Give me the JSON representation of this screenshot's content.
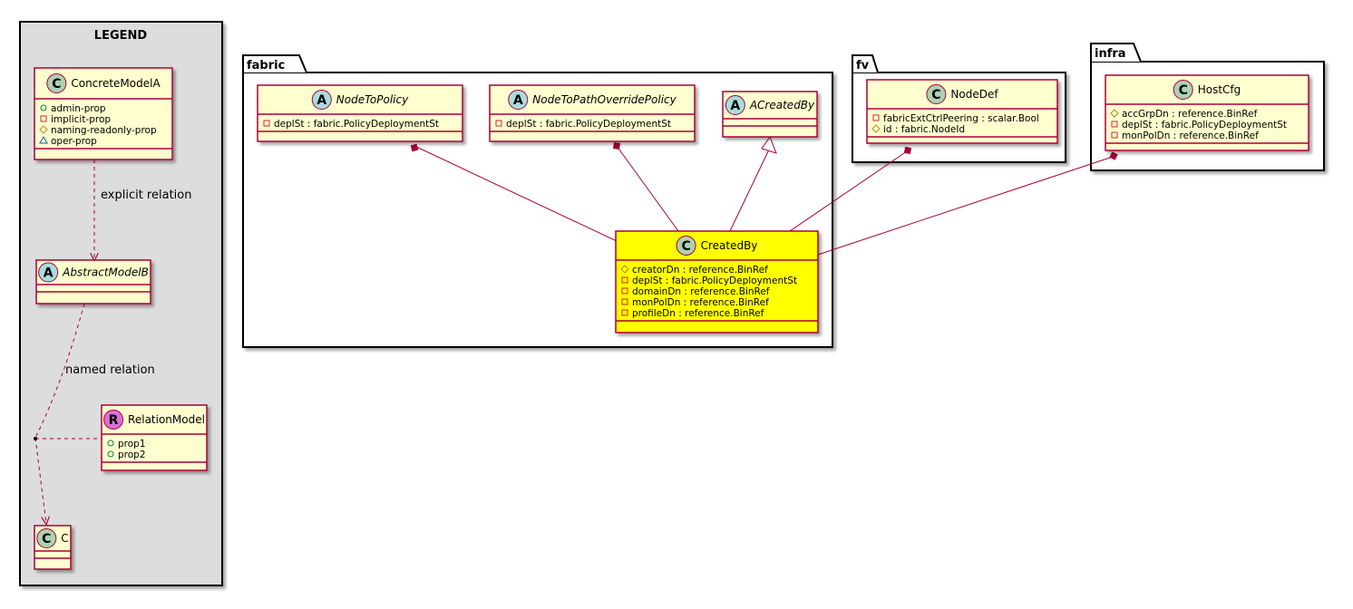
{
  "legend": {
    "title": "LEGEND",
    "concrete_model": {
      "stereotype": "C",
      "name": "ConcreteModelA",
      "attributes": [
        {
          "vis": "+",
          "text": "admin-prop"
        },
        {
          "vis": "-",
          "text": "implicit-prop"
        },
        {
          "vis": "#",
          "text": "naming-readonly-prop"
        },
        {
          "vis": "~",
          "text": "oper-prop"
        }
      ]
    },
    "abstract_model": {
      "stereotype": "A",
      "name": "AbstractModelB"
    },
    "relation_model": {
      "stereotype": "R",
      "name": "RelationModel",
      "attributes": [
        {
          "vis": "+",
          "text": "prop1"
        },
        {
          "vis": "+",
          "text": "prop2"
        }
      ]
    },
    "c_model": {
      "stereotype": "C",
      "name": "C"
    },
    "explicit_relation_label": "explicit relation",
    "named_relation_label": "named relation"
  },
  "packages": {
    "fabric": {
      "title": "fabric",
      "node_to_policy": {
        "stereotype": "A",
        "name": "NodeToPolicy",
        "attributes": [
          {
            "vis": "-",
            "text": "deplSt : fabric.PolicyDeploymentSt"
          }
        ]
      },
      "node_to_path_override_policy": {
        "stereotype": "A",
        "name": "NodeToPathOverridePolicy",
        "attributes": [
          {
            "vis": "-",
            "text": "deplSt : fabric.PolicyDeploymentSt"
          }
        ]
      },
      "acreated_by": {
        "stereotype": "A",
        "name": "ACreatedBy"
      },
      "created_by": {
        "stereotype": "C",
        "name": "CreatedBy",
        "attributes": [
          {
            "vis": "#",
            "text": "creatorDn : reference.BinRef"
          },
          {
            "vis": "-",
            "text": "deplSt : fabric.PolicyDeploymentSt"
          },
          {
            "vis": "-",
            "text": "domainDn : reference.BinRef"
          },
          {
            "vis": "-",
            "text": "monPolDn : reference.BinRef"
          },
          {
            "vis": "-",
            "text": "profileDn : reference.BinRef"
          }
        ]
      }
    },
    "fv": {
      "title": "fv",
      "node_def": {
        "stereotype": "C",
        "name": "NodeDef",
        "attributes": [
          {
            "vis": "-",
            "text": "fabricExtCtrlPeering : scalar.Bool"
          },
          {
            "vis": "#",
            "text": "id : fabric.NodeId"
          }
        ]
      }
    },
    "infra": {
      "title": "infra",
      "host_cfg": {
        "stereotype": "C",
        "name": "HostCfg",
        "attributes": [
          {
            "vis": "#",
            "text": "accGrpDn : reference.BinRef"
          },
          {
            "vis": "-",
            "text": "deplSt : fabric.PolicyDeploymentSt"
          },
          {
            "vis": "-",
            "text": "monPolDn : reference.BinRef"
          }
        ]
      }
    }
  },
  "colors": {
    "class_fill": "#FEFECE",
    "class_border": "#A80036",
    "highlight_fill": "#FFFF00",
    "legend_fill": "#DDDDDD",
    "stereo_c": "#ADD1B2",
    "stereo_a": "#A9DCDF",
    "stereo_r": "#DA70D6",
    "line": "#A80036"
  }
}
